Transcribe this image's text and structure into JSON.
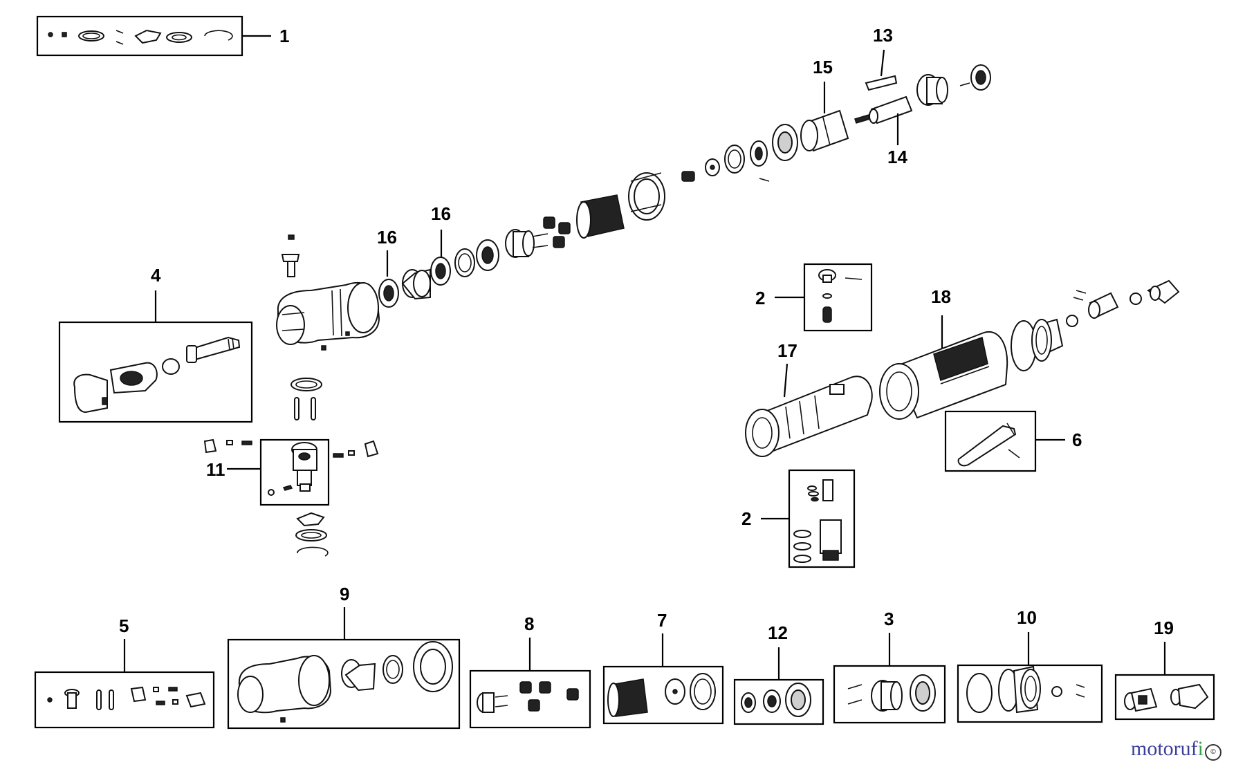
{
  "callouts": {
    "c1": "1",
    "c2a": "2",
    "c2b": "2",
    "c3": "3",
    "c4": "4",
    "c5": "5",
    "c6": "6",
    "c7": "7",
    "c8": "8",
    "c9": "9",
    "c10": "10",
    "c11": "11",
    "c12": "12",
    "c13": "13",
    "c14": "14",
    "c15": "15",
    "c16a": "16",
    "c16b": "16",
    "c17": "17",
    "c18": "18",
    "c19": "19"
  },
  "watermark": {
    "brand_a": "motoruf",
    "brand_b": "i"
  },
  "colors": {
    "ink": "#000000",
    "part_fill": "#ffffff",
    "watermark_blue": "#3b3f9a",
    "watermark_green": "#3aa04a"
  },
  "icons": {
    "watermark_badge": "copyright-badge-icon"
  }
}
